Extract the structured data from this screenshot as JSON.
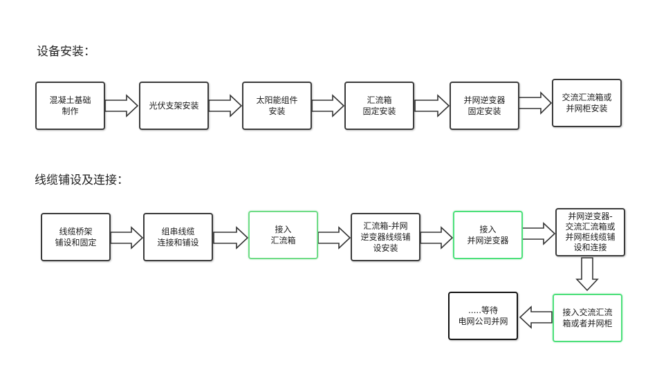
{
  "sections": {
    "install_title": "设备安装：",
    "cable_title": "线缆铺设及连接："
  },
  "install": {
    "steps": [
      "混凝土基础\n制作",
      "光伏支架安装",
      "太阳能组件\n安装",
      "汇流箱\n固定安装",
      "并网逆变器\n固定安装",
      "交流汇流箱或\n并网柜安装"
    ]
  },
  "cable": {
    "steps": [
      "线缆桥架\n铺设和固定",
      "组串线缆\n连接和铺设",
      "接入\n汇流箱",
      "汇流箱-并网\n逆变器线缆铺\n设安装",
      "接入\n并网逆变器",
      "并网逆变器-\n交流汇流箱或\n并网柜线缆铺\n设和连接",
      "接入交流汇流\n箱或者并网柜",
      ".....等待\n电网公司并网"
    ]
  },
  "colors": {
    "border": "#3a3a3a",
    "highlight": "#6fdc86"
  }
}
